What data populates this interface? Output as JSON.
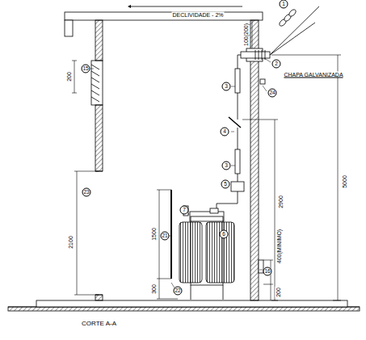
{
  "diagram": {
    "caption": "CORTE A-A",
    "labels": [
      "DECLIVIDADE - 2%",
      "1",
      "2",
      "100(200)",
      "CHAPA GALVANIZADA",
      "200",
      "15",
      "3",
      "24",
      "4",
      "3",
      "5",
      "5000",
      "2900",
      "23",
      "2100",
      "7",
      "6",
      "1500",
      "21",
      "400(MINIMO)",
      "16",
      "300",
      "22",
      "200"
    ]
  }
}
